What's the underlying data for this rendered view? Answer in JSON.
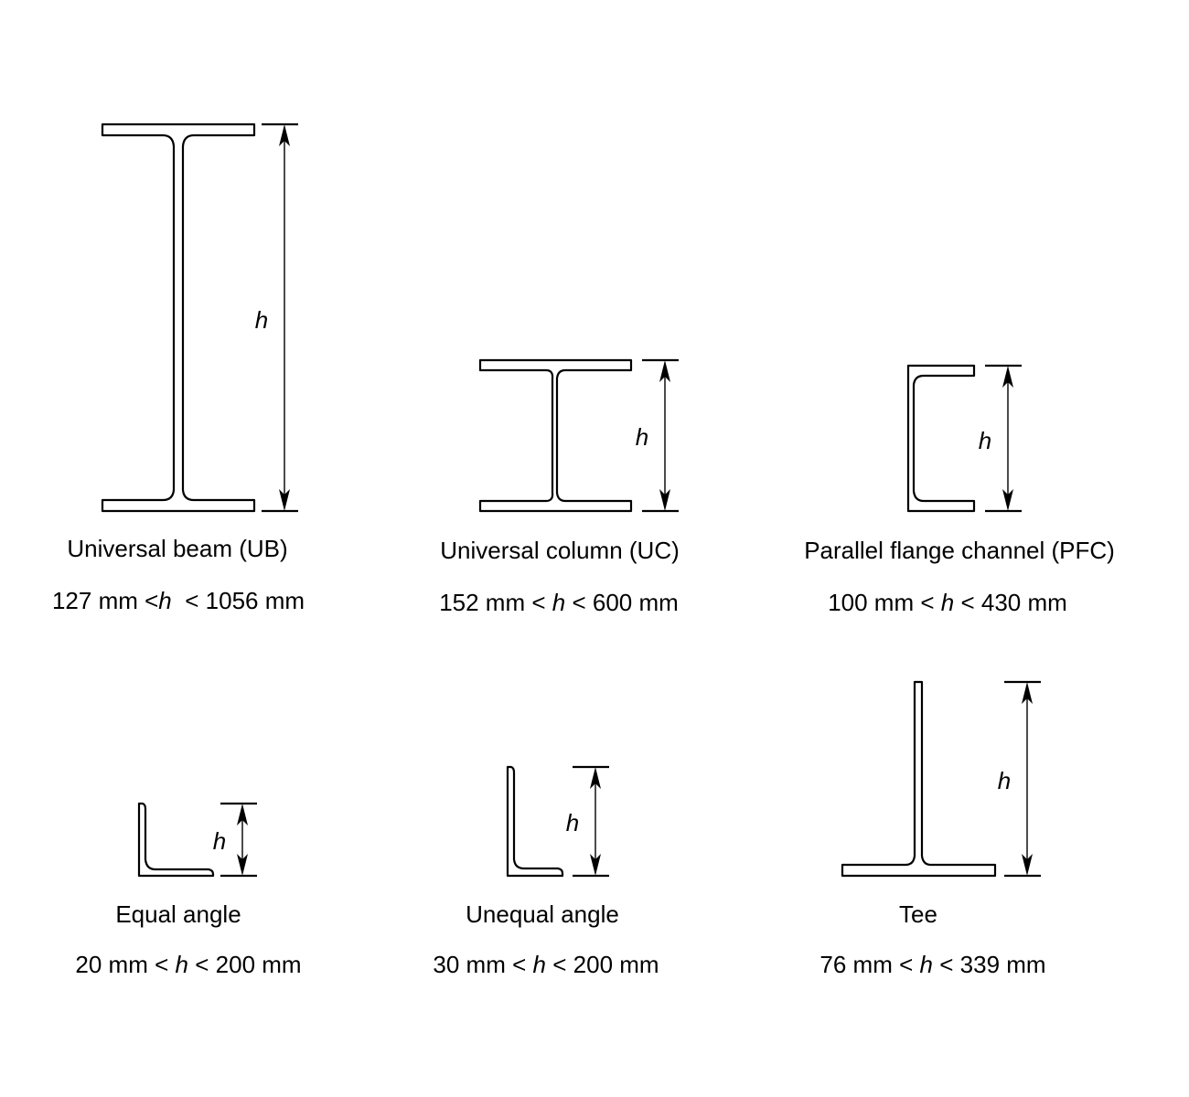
{
  "diagram": {
    "dimension_symbol": "h",
    "sections": [
      {
        "id": "ub",
        "name": "Universal beam (UB)",
        "min": "127 mm",
        "max": "1056 mm",
        "lt": "<"
      },
      {
        "id": "uc",
        "name": "Universal column (UC)",
        "min": "152 mm",
        "max": "600 mm",
        "lt": "<"
      },
      {
        "id": "pfc",
        "name": "Parallel flange channel (PFC)",
        "min": "100 mm",
        "max": "430 mm",
        "lt": "<"
      },
      {
        "id": "ea",
        "name": "Equal angle",
        "min": "20 mm",
        "max": "200 mm",
        "lt": "<"
      },
      {
        "id": "ua",
        "name": "Unequal angle",
        "min": "30 mm",
        "max": "200 mm",
        "lt": "<"
      },
      {
        "id": "tee",
        "name": "Tee",
        "min": "76 mm",
        "max": "339 mm",
        "lt": "<"
      }
    ],
    "colors": {
      "line": "#000000",
      "background": "#ffffff"
    }
  }
}
